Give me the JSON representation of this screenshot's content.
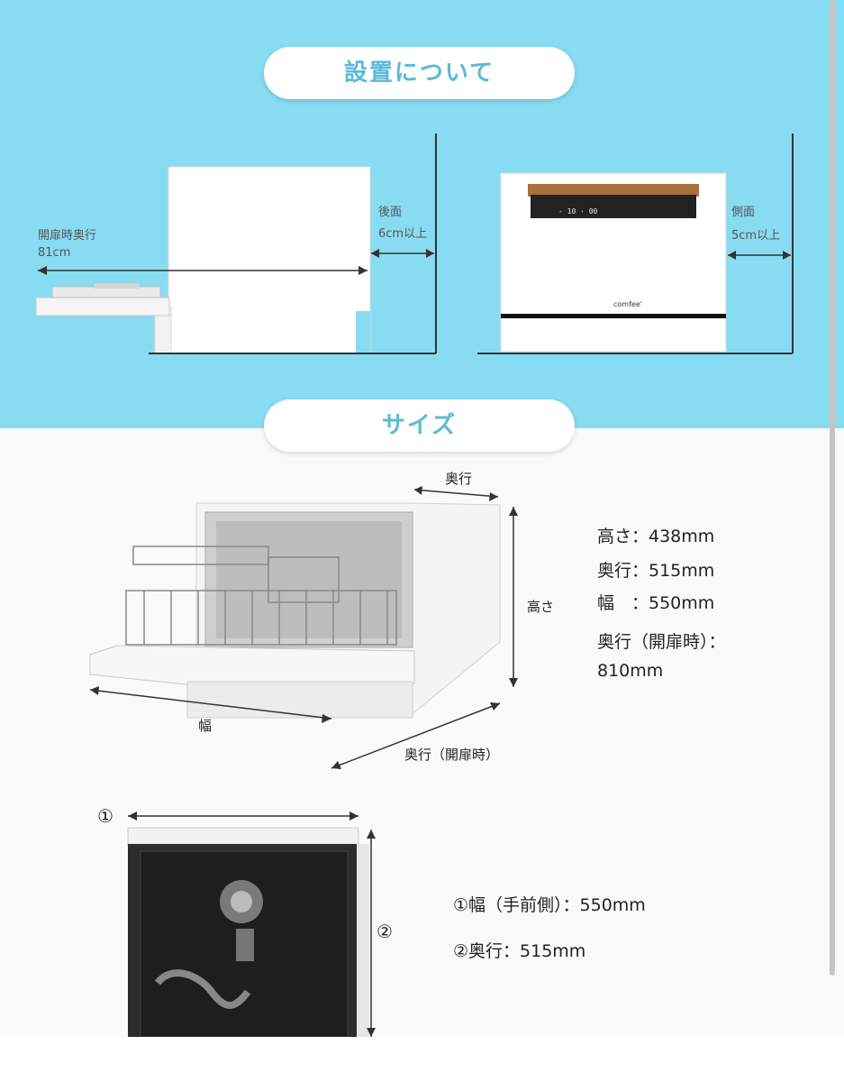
{
  "install": {
    "heading": "設置について",
    "open_door_depth_label": "開扉時奥行",
    "open_door_depth_value": "81cm",
    "rear_label": "後面",
    "rear_value": "6cm以上",
    "side_label": "側面",
    "side_value": "5cm以上",
    "brand": "comfee'",
    "panel_display": "- 10 · 00"
  },
  "size": {
    "heading": "サイズ",
    "diagram_labels": {
      "depth": "奥行",
      "height": "高さ",
      "width": "幅",
      "depth_open": "奥行（開扉時）"
    },
    "specs": {
      "height": "高さ：438mm",
      "depth": "奥行：515mm",
      "width": "幅　：550mm",
      "depth_open_label": "奥行（開扉時）：",
      "depth_open_value": "810mm"
    },
    "bottom_markers": {
      "marker1": "①",
      "marker2": "②"
    },
    "bottom_specs": {
      "front_width": "①幅（手前側）：550mm",
      "depth": "②奥行：515mm"
    }
  }
}
